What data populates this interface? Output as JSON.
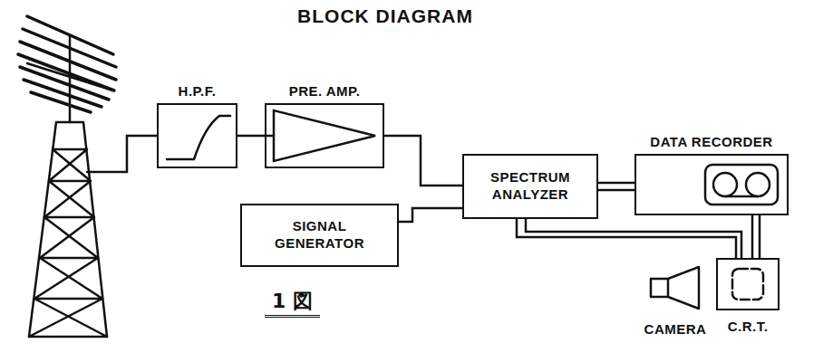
{
  "diagram": {
    "title": "BLOCK DIAGRAM",
    "caption": "1 図",
    "nodes": [
      {
        "text": [
          "H.P.F."
        ]
      },
      {
        "text": [
          "PRE. AMP."
        ]
      },
      {
        "text": [
          "SPECTRUM ANALYZER"
        ]
      },
      {
        "text": [
          "DATA RECORDER"
        ]
      },
      {
        "text": [
          "SIGNAL GENERATOR"
        ]
      },
      {
        "text": [
          "CAMERA"
        ]
      },
      {
        "text": [
          "C.R.T."
        ]
      }
    ],
    "edges": [
      {
        "from": 0,
        "to": 1,
        "arrow": "none"
      },
      {
        "from": 1,
        "to": 2,
        "arrow": "none"
      },
      {
        "from": 4,
        "to": 2,
        "arrow": "none"
      },
      {
        "from": 2,
        "to": 3,
        "arrow": "none"
      },
      {
        "from": 2,
        "to": 6,
        "arrow": "none"
      },
      {
        "from": 3,
        "to": 6,
        "arrow": "none"
      }
    ]
  }
}
